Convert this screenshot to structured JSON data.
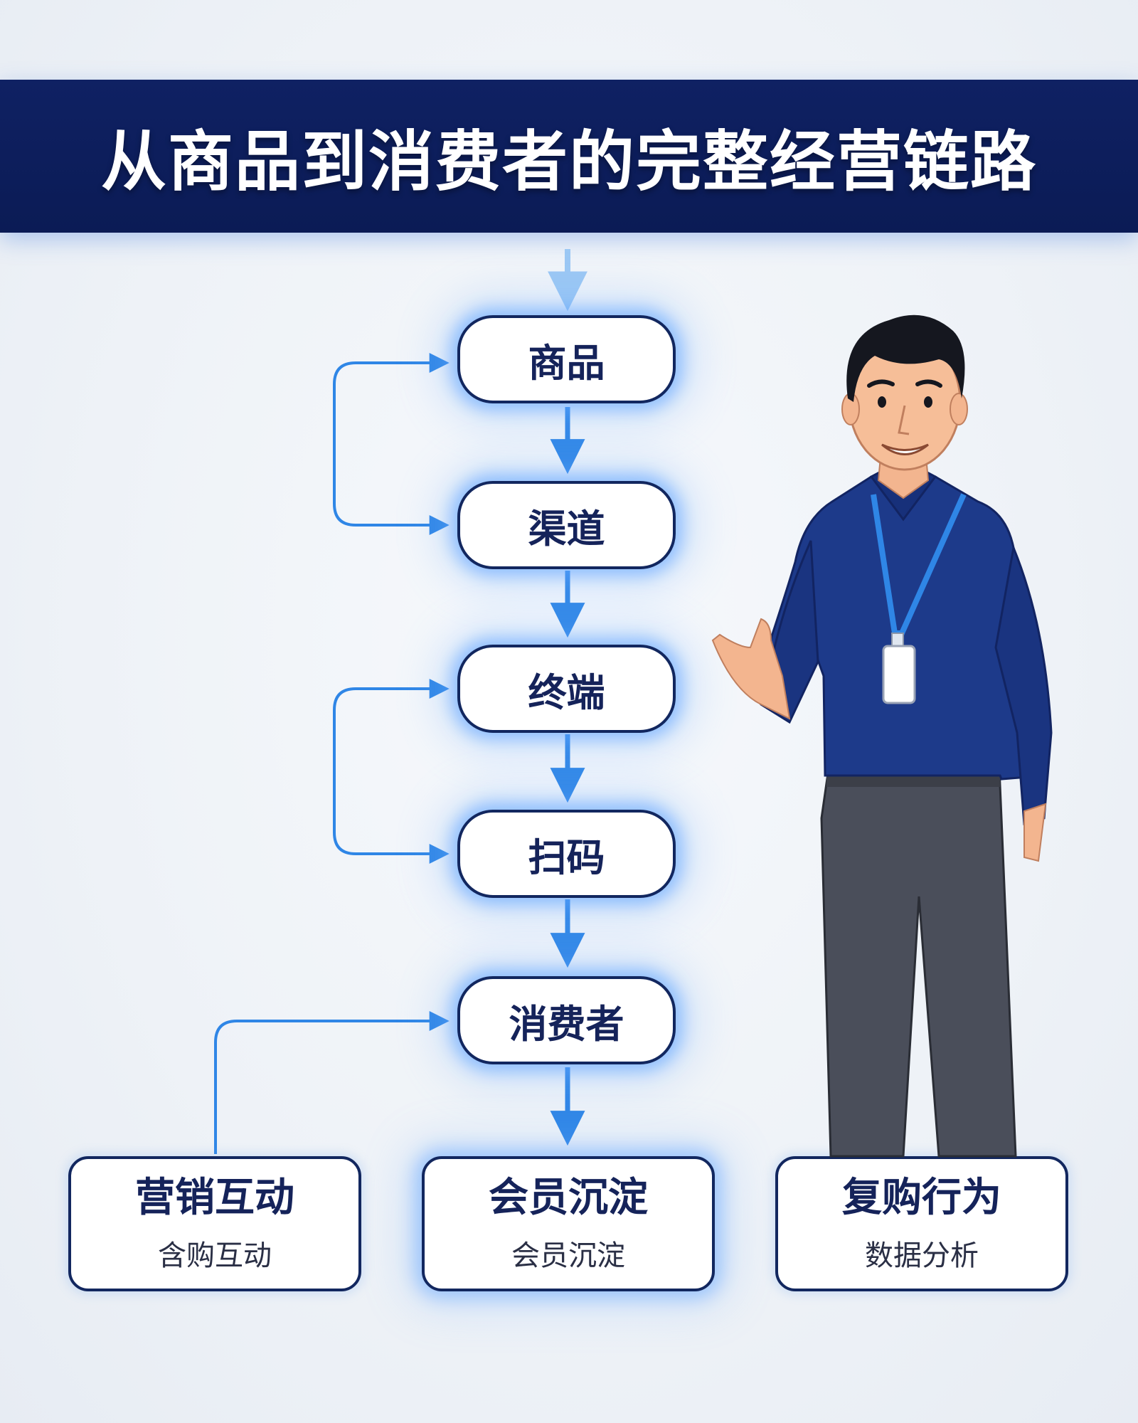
{
  "header": {
    "title": "从商品到消费者的完整经营链路"
  },
  "flow": {
    "nodes": [
      {
        "label": "商品"
      },
      {
        "label": "渠道"
      },
      {
        "label": "终端"
      },
      {
        "label": "扫码"
      },
      {
        "label": "消费者"
      }
    ]
  },
  "outcomes": [
    {
      "title": "营销互动",
      "subtitle": "含购互动"
    },
    {
      "title": "会员沉淀",
      "subtitle": "会员沉淀"
    },
    {
      "title": "复购行为",
      "subtitle": "数据分析"
    }
  ],
  "colors": {
    "banner": "#0d1e5c",
    "arrow": "#2f86e6",
    "node_border": "#12275f",
    "shirt": "#1d3a8a",
    "pants": "#4a4e5a"
  }
}
